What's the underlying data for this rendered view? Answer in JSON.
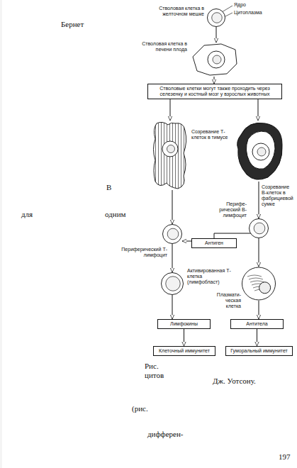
{
  "diagram": {
    "nodes": [
      {
        "text": [
          "Стволовая клетка в желточном мешке"
        ]
      },
      {
        "text": [
          "Стволовая клетка в печени плода"
        ]
      },
      {
        "text": [
          "Стволовые клетки могут также проходить через селезенку и костный мозг у взрослых животных"
        ]
      },
      {
        "text": [
          "Созревание Т-клеток в тимусе"
        ]
      },
      {
        "text": [
          "Созревание В-клеток в фабрициевой сумке"
        ]
      },
      {
        "text": [
          "Периферический Т-лимфоцит"
        ]
      },
      {
        "text": [
          "Перифе- рический В-лимфоцит"
        ]
      },
      {
        "text": [
          "Антиген"
        ]
      },
      {
        "text": [
          "Активированная Т-клетка (лимфобласт)"
        ]
      },
      {
        "text": [
          "Плазмати- ческая клетка"
        ]
      },
      {
        "text": [
          "Лимфокины"
        ]
      },
      {
        "text": [
          "Антитела"
        ]
      },
      {
        "text": [
          "Клеточный иммунитет"
        ]
      },
      {
        "text": [
          "Гуморальный иммунитет"
        ]
      }
    ],
    "edges": [
      {
        "from": 0,
        "to": 1,
        "arrow": "to"
      },
      {
        "from": 1,
        "to": 2,
        "arrow": "to"
      },
      {
        "from": 2,
        "to": 3,
        "arrow": "to"
      },
      {
        "from": 2,
        "to": 4,
        "arrow": "to"
      },
      {
        "from": 3,
        "to": 5,
        "arrow": "to"
      },
      {
        "from": 4,
        "to": 6,
        "arrow": "to"
      },
      {
        "from": 7,
        "to": 5,
        "arrow": "to"
      },
      {
        "from": 7,
        "to": 6,
        "arrow": "to"
      },
      {
        "from": 5,
        "to": 8,
        "arrow": "to"
      },
      {
        "from": 6,
        "to": 9,
        "arrow": "to"
      },
      {
        "from": 8,
        "to": 10,
        "arrow": "to"
      },
      {
        "from": 9,
        "to": 11,
        "arrow": "to"
      },
      {
        "from": 10,
        "to": 12,
        "arrow": "to"
      },
      {
        "from": 11,
        "to": 13,
        "arrow": "to"
      }
    ],
    "labels": [
      "Ядро",
      "Цитоплазма",
      "Бернет",
      "В",
      "для",
      "одним",
      "Рис.",
      "цитов",
      "Дж. Уотсону.",
      "(рис.",
      "дифферен-",
      "197"
    ]
  }
}
